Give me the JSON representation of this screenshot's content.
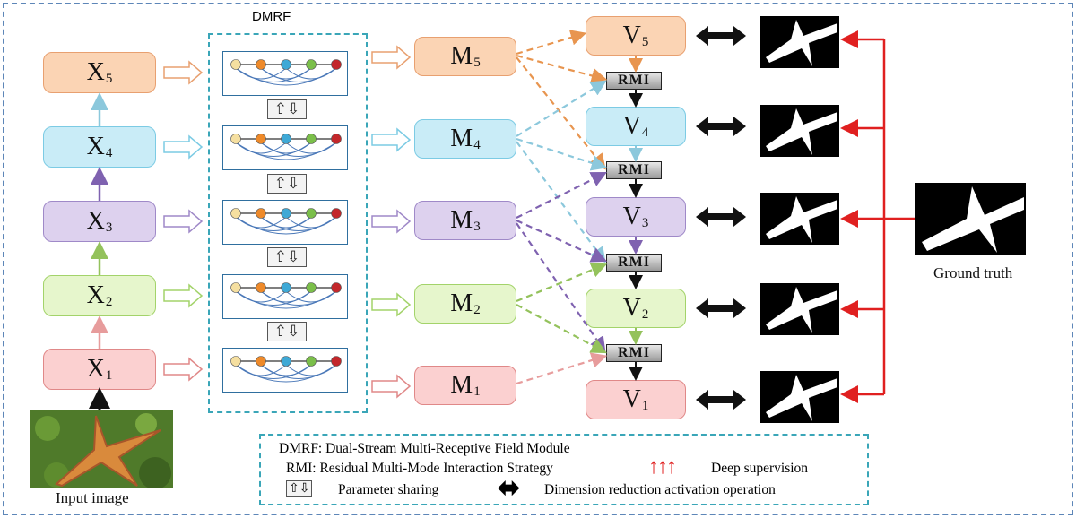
{
  "dmrf_title": "DMRF",
  "x_nodes": [
    {
      "main": "X",
      "sub": "5",
      "color": "#fbd4b4",
      "border": "#e8a070"
    },
    {
      "main": "X",
      "sub": "4",
      "color": "#c9ecf7",
      "border": "#7ccbe4"
    },
    {
      "main": "X",
      "sub": "3",
      "color": "#ddd1ee",
      "border": "#9f89c8"
    },
    {
      "main": "X",
      "sub": "2",
      "color": "#e6f6cc",
      "border": "#a3d36a"
    },
    {
      "main": "X",
      "sub": "1",
      "color": "#fbd0d0",
      "border": "#e08888"
    }
  ],
  "m_nodes": [
    {
      "main": "M",
      "sub": "5",
      "color": "#fbd4b4",
      "border": "#e8a070"
    },
    {
      "main": "M",
      "sub": "4",
      "color": "#c9ecf7",
      "border": "#7ccbe4"
    },
    {
      "main": "M",
      "sub": "3",
      "color": "#ddd1ee",
      "border": "#9f89c8"
    },
    {
      "main": "M",
      "sub": "2",
      "color": "#e6f6cc",
      "border": "#a3d36a"
    },
    {
      "main": "M",
      "sub": "1",
      "color": "#fbd0d0",
      "border": "#e08888"
    }
  ],
  "v_nodes": [
    {
      "main": "V",
      "sub": "5",
      "color": "#fbd4b4",
      "border": "#e8a070"
    },
    {
      "main": "V",
      "sub": "4",
      "color": "#c9ecf7",
      "border": "#7ccbe4"
    },
    {
      "main": "V",
      "sub": "3",
      "color": "#ddd1ee",
      "border": "#9f89c8"
    },
    {
      "main": "V",
      "sub": "2",
      "color": "#e6f6cc",
      "border": "#a3d36a"
    },
    {
      "main": "V",
      "sub": "1",
      "color": "#fbd0d0",
      "border": "#e08888"
    }
  ],
  "rmi_label": "RMI",
  "input_label": "Input image",
  "gt_label": "Ground truth",
  "legend": {
    "dmrf": "DMRF: Dual-Stream Multi-Receptive Field Module",
    "rmi": "RMI: Residual Multi-Mode Interaction Strategy",
    "deep": "Deep supervision",
    "param": "Parameter sharing",
    "dim": "Dimension reduction activation operation"
  },
  "icons": {
    "share": "up-down-arrows-icon",
    "double_arrow": "double-arrow-icon",
    "red_arrows": "red-up-arrows-icon"
  },
  "colors": {
    "supervision": "#e02020",
    "dmrf_border": "#3aa6b8",
    "frame": "#5d86b8"
  }
}
